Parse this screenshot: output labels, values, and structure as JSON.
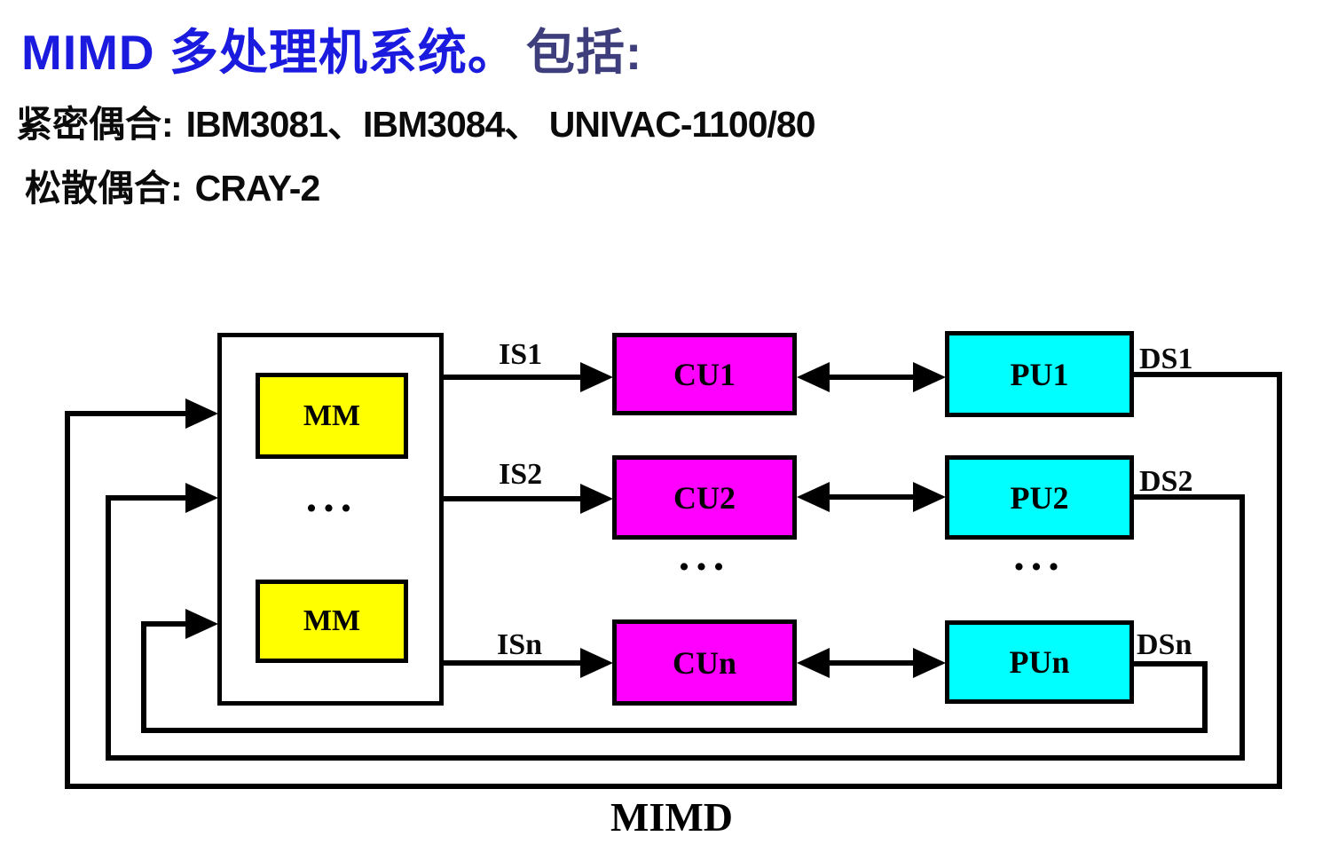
{
  "header": {
    "title_highlight": "MIMD 多处理机系统。",
    "title_suffix": "包括:",
    "tight_label": "紧密偶合:",
    "tight_value": "IBM3081、IBM3084、 UNIVAC-1100/80",
    "loose_label": "松散偶合:",
    "loose_value": "CRAY-2"
  },
  "colors": {
    "title_blue": "#1b1bdf",
    "title_navy": "#3e3e7c",
    "memory_fill": "#ffff00",
    "control_unit_fill": "#ff00ff",
    "processing_unit_fill": "#00ffff",
    "line_color": "#000000"
  },
  "diagram": {
    "memory_modules": [
      "MM",
      "MM"
    ],
    "memory_ellipsis": "...",
    "control_units": [
      "CU1",
      "CU2",
      "CUn"
    ],
    "control_ellipsis": "...",
    "processing_units": [
      "PU1",
      "PU2",
      "PUn"
    ],
    "processing_ellipsis": "...",
    "instruction_streams": [
      "IS1",
      "IS2",
      "ISn"
    ],
    "data_streams": [
      "DS1",
      "DS2",
      "DSn"
    ],
    "caption": "MIMD"
  }
}
